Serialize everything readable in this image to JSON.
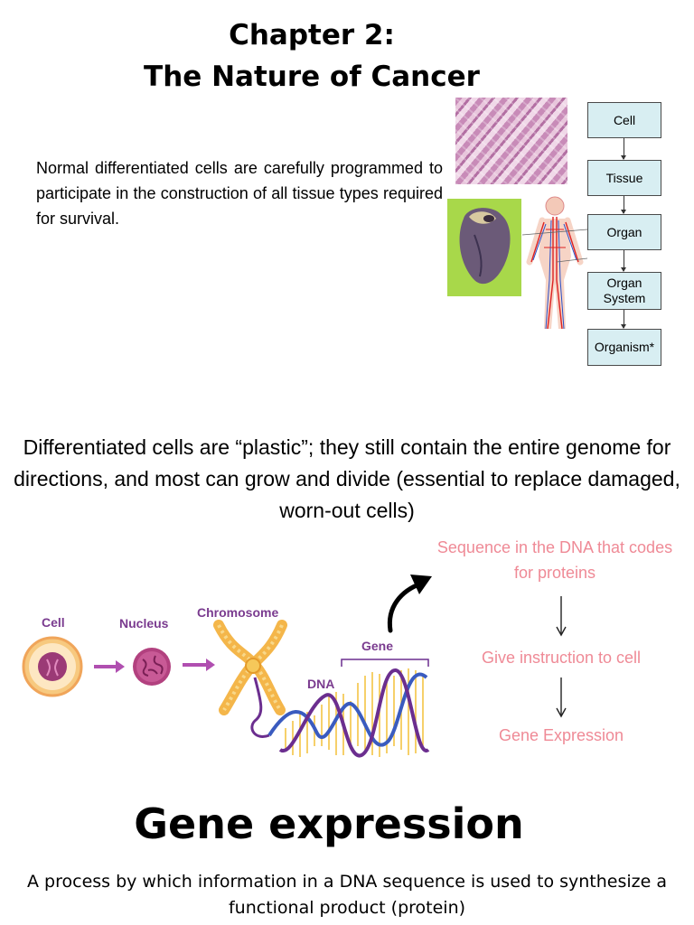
{
  "header": {
    "title_line1": "Chapter 2:",
    "title_line2": "The Nature of Cancer"
  },
  "intro": {
    "text": "Normal differentiated cells are carefully programmed to participate in the construction of all tissue types required for survival."
  },
  "hierarchy": {
    "levels": [
      "Cell",
      "Tissue",
      "Organ",
      "Organ System",
      "Organism*"
    ]
  },
  "plastic": {
    "text": "Differentiated cells are “plastic”; they still contain the entire genome for directions, and most can grow and divide (essential to replace damaged, worn-out cells)"
  },
  "diagram": {
    "labels": {
      "cell": "Cell",
      "nucleus": "Nucleus",
      "chromosome": "Chromosome",
      "gene": "Gene",
      "dna": "DNA"
    },
    "flow": {
      "step1": "Sequence in the DNA that codes for proteins",
      "step2": "Give instruction  to cell",
      "step3": "Gene Expression"
    },
    "colors": {
      "pink_text": "#ef8a96",
      "label_purple": "#7a3b8f",
      "arrow_purple": "#b04fb0"
    }
  },
  "gene_expression": {
    "title": "Gene expression",
    "definition": "A process by which information in a DNA sequence is used to synthesize a functional product (protein)"
  }
}
